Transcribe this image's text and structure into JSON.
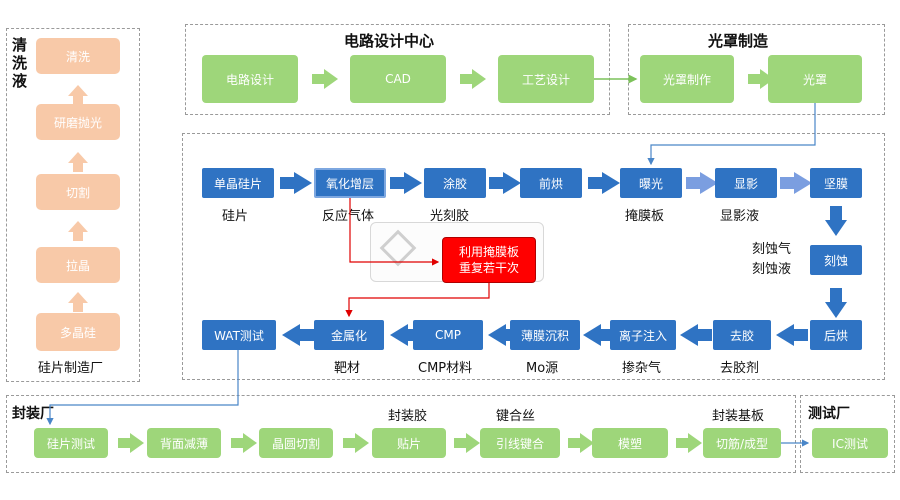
{
  "regions": {
    "wafer_factory": {
      "title_lines": [
        "清",
        "洗",
        "液"
      ],
      "footer": "硅片制造厂"
    },
    "circuit_design": {
      "title": "电路设计中心"
    },
    "mask": {
      "title": "光罩制造"
    },
    "packaging": {
      "title": "封装厂"
    },
    "testing": {
      "title": "测试厂"
    }
  },
  "wafer_steps": [
    "清洗",
    "研磨抛光",
    "切割",
    "拉晶",
    "多晶硅"
  ],
  "design_steps": [
    "电路设计",
    "CAD",
    "工艺设计"
  ],
  "mask_steps": [
    "光罩制作",
    "光罩"
  ],
  "fab_row1": [
    "单晶硅片",
    "氧化增层",
    "涂胶",
    "前烘",
    "曝光",
    "显影",
    "坚膜"
  ],
  "fab_row1_labels": [
    "硅片",
    "反应气体",
    "光刻胶",
    "",
    "掩膜板",
    "显影液",
    ""
  ],
  "fab_right": {
    "etch": "刻蚀",
    "bake": "后烘",
    "etch_label_1": "刻蚀气",
    "etch_label_2": "刻蚀液"
  },
  "fab_row2": [
    "去胶",
    "离子注入",
    "薄膜沉积",
    "CMP",
    "金属化",
    "WAT测试"
  ],
  "fab_row2_labels": [
    "去胶剂",
    "掺杂气",
    "Mo源",
    "CMP材料",
    "靶材",
    ""
  ],
  "repeat_box": {
    "line1": "利用掩膜板",
    "line2": "重复若干次"
  },
  "package_steps": [
    "硅片测试",
    "背面减薄",
    "晶圆切割",
    "贴片",
    "引线键合",
    "模塑",
    "切筋/成型"
  ],
  "package_labels": {
    "die_attach": "封装胶",
    "wire_bond": "键合丝",
    "trim_form": "封装基板"
  },
  "test_step": "IC测试",
  "colors": {
    "fab": "#2f73c3",
    "design": "#9ed67a",
    "wafer": "#f8c9a8",
    "highlight": "#ff0000"
  }
}
